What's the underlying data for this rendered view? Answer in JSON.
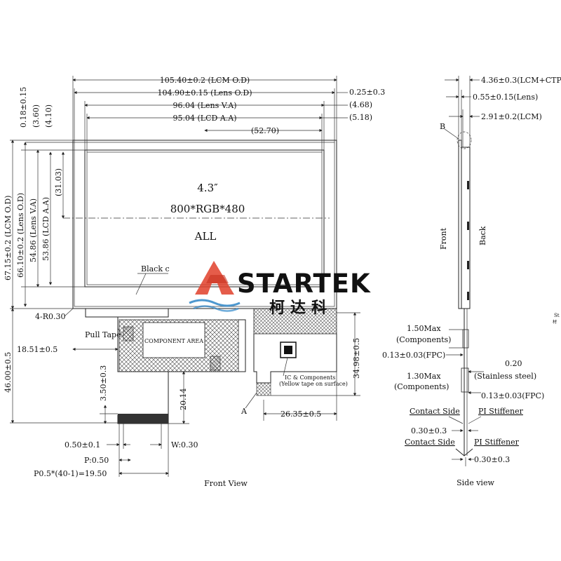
{
  "front": {
    "top_dims": [
      "105.40±0.2 (LCM O.D)",
      "104.90±0.15 (Lens O.D)",
      "96.04 (Lens V.A)",
      "95.04 (LCD A.A)",
      "(52.70)"
    ],
    "right_top_dims": [
      "0.25±0.3",
      "(4.68)",
      "(5.18)"
    ],
    "left_top_vertical_dims": [
      "0.18±0.15",
      "(3.60)",
      "(4.10)"
    ],
    "left_vertical_dims": [
      "67.15±0.2 (LCM O.D)",
      "66.10±0.2 (Lens O.D)",
      "54.86 (Lens V.A)",
      "53.86 (LCD A.A)",
      "(31.03)"
    ],
    "center_text": [
      "4.3″",
      "800*RGB*480",
      "ALL"
    ],
    "labels": {
      "black": "Black c",
      "r": "4-R0.30",
      "pull_tape": "Pull Tape",
      "components_area": "COMPONENT AREA",
      "ic_components": "IC & Components",
      "yellow_tape": "(Yellow tape on surface)",
      "a": "A"
    },
    "lower_dims": {
      "d1851": "18.51±0.5",
      "d4600": "46.00±0.5",
      "d350": "3.50±0.3",
      "d2014": "20.14",
      "d3498": "34.98±0.5",
      "d2635": "26.35±0.5",
      "d050": "0.50±0.1",
      "w030": "W:0.30",
      "p050": "P:0.50",
      "pitch": "P0.5*(40-1)=19.50"
    },
    "title": "Front View"
  },
  "side": {
    "top_dims": [
      "4.36±0.3(LCM+CTP)",
      "0.55±0.15(Lens)",
      "2.91±0.2(LCM)"
    ],
    "b_label": "B",
    "front_label": "Front",
    "back_label": "Back",
    "detail": {
      "max150": "1.50Max",
      "components1": "(Components)",
      "fpc1": "0.13±0.03(FPC)",
      "steel_val": "0.20",
      "steel": "(Stainless steel)",
      "max130": "1.30Max",
      "components2": "(Components)",
      "fpc2": "0.13±0.03(FPC)",
      "contact1": "Contact Side",
      "pi1": "PI Stiffener",
      "d030a": "0.30±0.3",
      "contact2": "Contact Side",
      "pi2": "PI Stiffener",
      "d030b": "0.30±0.3"
    },
    "title": "Side view"
  },
  "logo": {
    "name": "STARTEK",
    "cn": "柯达科",
    "colors": {
      "red": "#e0402a",
      "blue": "#2f86c7",
      "text": "#8a96a8"
    }
  }
}
